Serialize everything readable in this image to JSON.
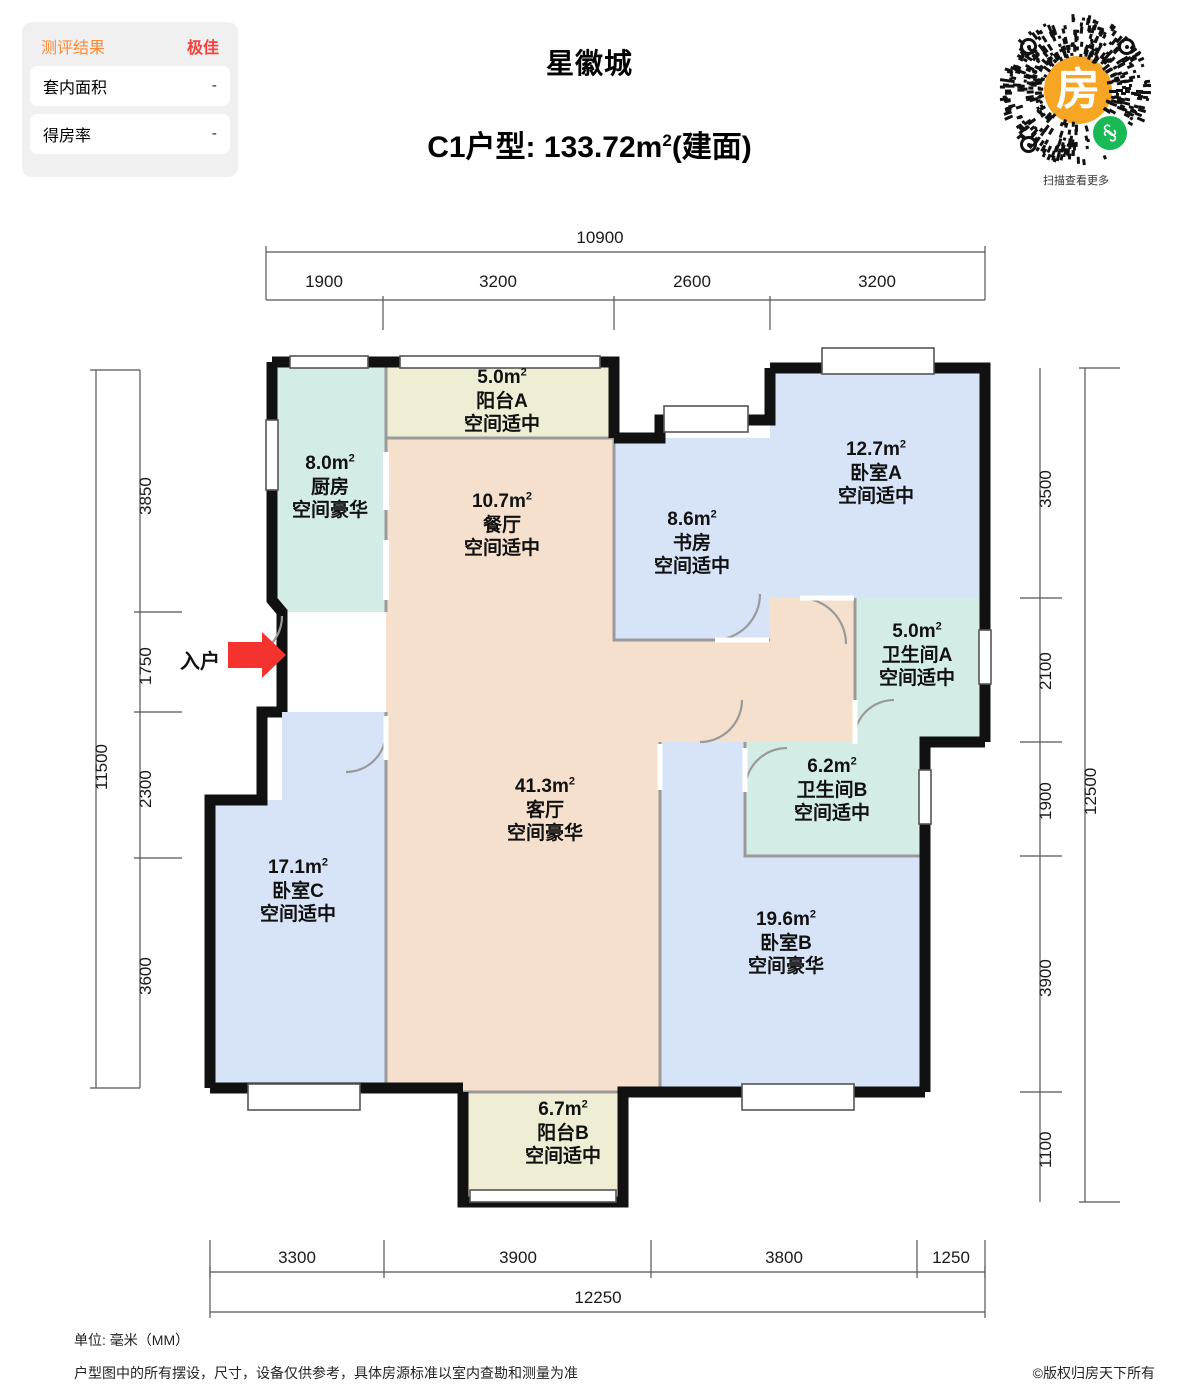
{
  "evaluation": {
    "title": "测评结果",
    "rating": "极佳",
    "rows": [
      {
        "label": "套内面积",
        "value": "-"
      },
      {
        "label": "得房率",
        "value": "-"
      }
    ]
  },
  "header": {
    "community_name": "星徽城",
    "unit_title_prefix": "C1户型: ",
    "unit_area": "133.72",
    "unit_area_unit": "m",
    "unit_area_sup": "2",
    "unit_title_suffix": "(建面)"
  },
  "qr": {
    "logo_char": "房",
    "caption": "扫描查看更多",
    "logo_color": "#f7a623",
    "wechat_color": "#19b955"
  },
  "floorplan": {
    "rooms": [
      {
        "id": "kitchen",
        "area": "8.0",
        "name": "厨房",
        "grade": "空间豪华",
        "color": "#d3ece6"
      },
      {
        "id": "balcony-a",
        "area": "5.0",
        "name": "阳台A",
        "grade": "空间适中",
        "color": "#efeed4"
      },
      {
        "id": "dining",
        "area": "10.7",
        "name": "餐厅",
        "grade": "空间适中",
        "color": "#f4e0cd"
      },
      {
        "id": "study",
        "area": "8.6",
        "name": "书房",
        "grade": "空间适中",
        "color": "#d7e4f8"
      },
      {
        "id": "bedroom-a",
        "area": "12.7",
        "name": "卧室A",
        "grade": "空间适中",
        "color": "#d7e4f8"
      },
      {
        "id": "bathroom-a",
        "area": "5.0",
        "name": "卫生间A",
        "grade": "空间适中",
        "color": "#d3ece6"
      },
      {
        "id": "bathroom-b",
        "area": "6.2",
        "name": "卫生间B",
        "grade": "空间适中",
        "color": "#d3ece6"
      },
      {
        "id": "living",
        "area": "41.3",
        "name": "客厅",
        "grade": "空间豪华",
        "color": "#f4e0cd"
      },
      {
        "id": "bedroom-c",
        "area": "17.1",
        "name": "卧室C",
        "grade": "空间适中",
        "color": "#d7e4f8"
      },
      {
        "id": "bedroom-b",
        "area": "19.6",
        "name": "卧室B",
        "grade": "空间豪华",
        "color": "#d7e4f8"
      },
      {
        "id": "balcony-b",
        "area": "6.7",
        "name": "阳台B",
        "grade": "空间适中",
        "color": "#efeed4"
      }
    ],
    "entry_label": "入户",
    "entry_arrow_color": "#f4332e",
    "dimensions": {
      "top_total": "10900",
      "top_segments": [
        "1900",
        "3200",
        "2600",
        "3200"
      ],
      "left_total": "11500",
      "left_segments": [
        "3850",
        "1750",
        "2300",
        "3600"
      ],
      "right_total": "12500",
      "right_segments": [
        "3500",
        "2100",
        "1900",
        "3900",
        "1100"
      ],
      "bottom_total": "12250",
      "bottom_segments": [
        "3300",
        "3900",
        "3800",
        "1250"
      ]
    }
  },
  "footer": {
    "unit_note": "单位: 毫米（MM）",
    "disclaimer": "户型图中的所有摆设，尺寸，设备仅供参考，具体房源标准以室内查勘和测量为准",
    "copyright": "©版权归房天下所有"
  }
}
